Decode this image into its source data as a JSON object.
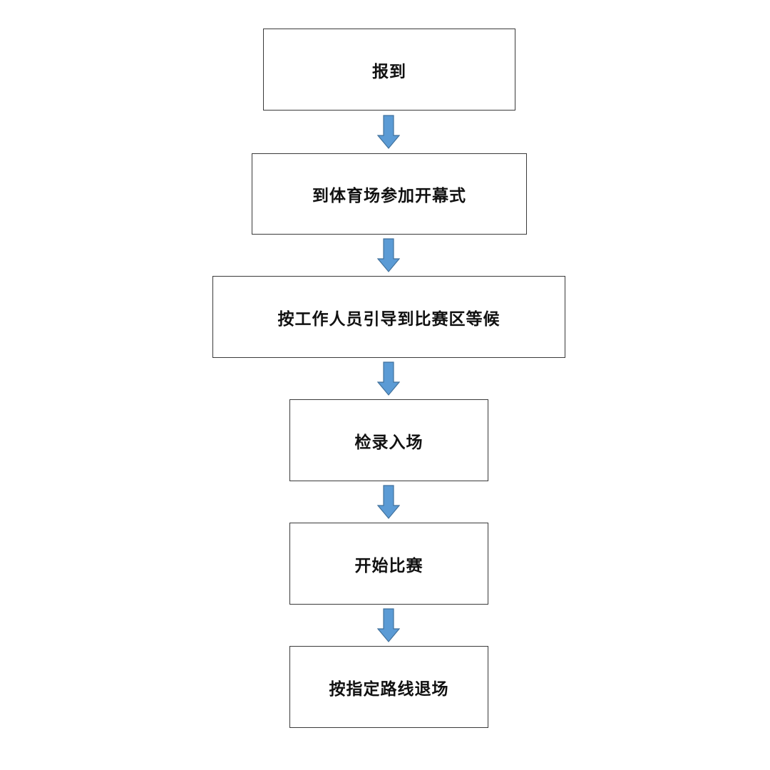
{
  "flow": {
    "steps": [
      {
        "label": "报到"
      },
      {
        "label": "到体育场参加开幕式"
      },
      {
        "label": "按工作人员引导到比赛区等候"
      },
      {
        "label": "检录入场"
      },
      {
        "label": "开始比赛"
      },
      {
        "label": "按指定路线退场"
      }
    ],
    "arrow_color": "#5b9bd5",
    "arrow_outline": "#41719c"
  }
}
